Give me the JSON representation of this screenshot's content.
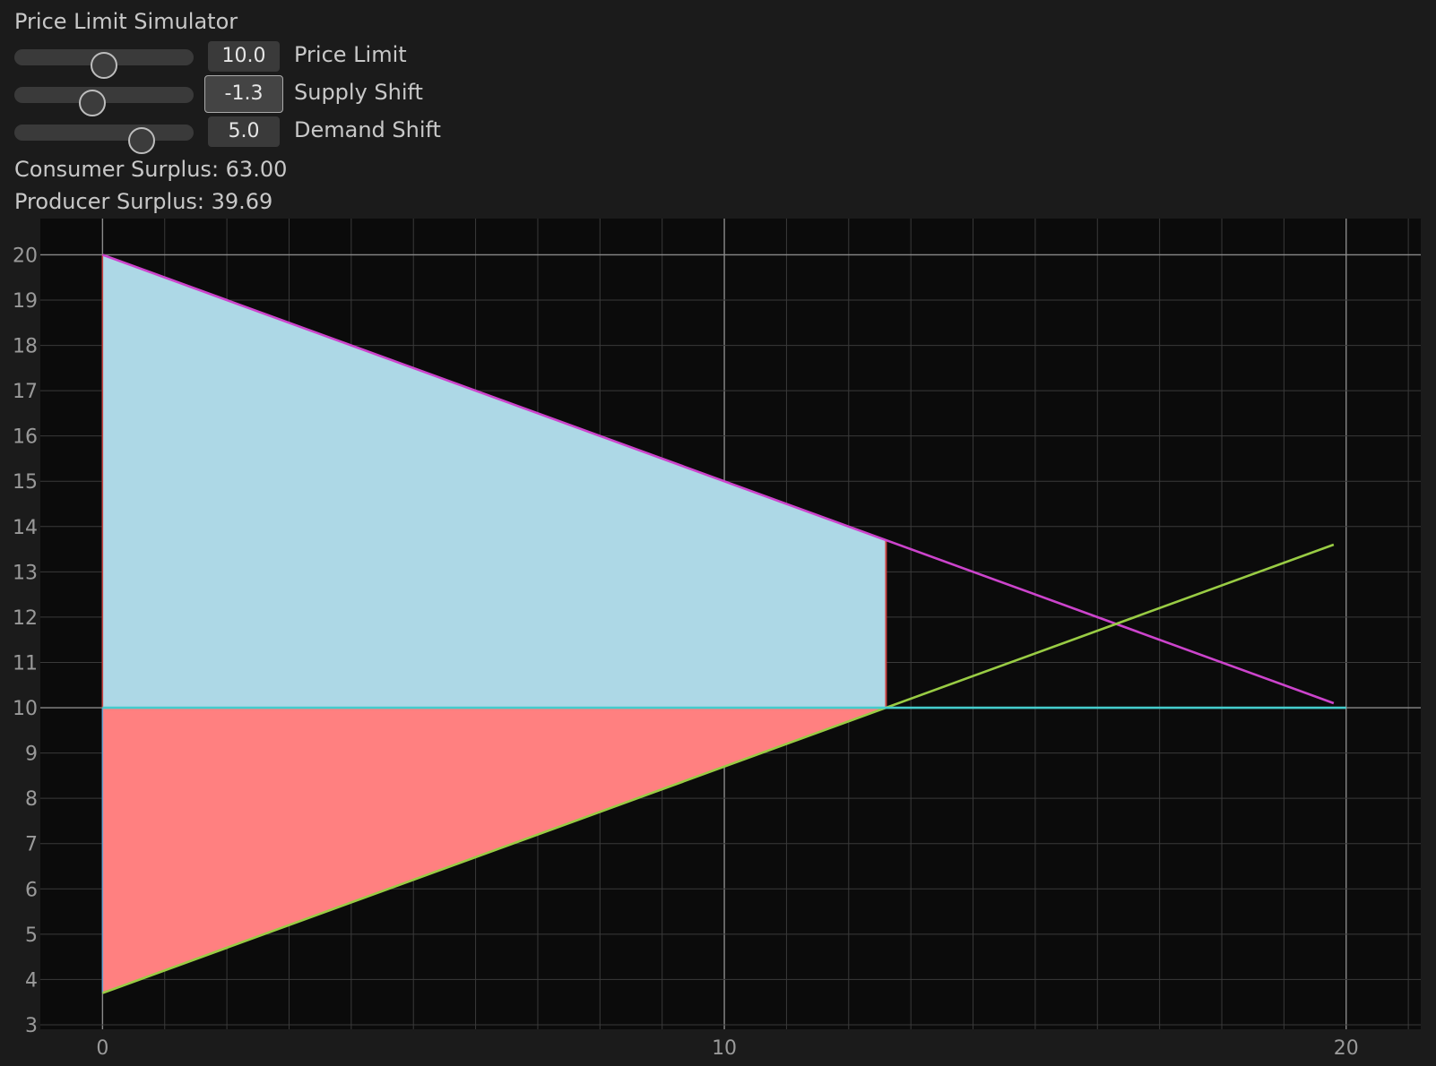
{
  "app": {
    "title": "Price Limit Simulator"
  },
  "controls": {
    "price_limit": {
      "label": "Price Limit",
      "value": "10.0",
      "fraction": 0.5
    },
    "supply_shift": {
      "label": "Supply Shift",
      "value": "-1.3",
      "fraction": 0.435
    },
    "demand_shift": {
      "label": "Demand Shift",
      "value": "5.0",
      "fraction": 0.71
    }
  },
  "stats": {
    "consumer_surplus": "Consumer Surplus: 63.00",
    "producer_surplus": "Producer Surplus: 39.69"
  },
  "colors": {
    "consumer_fill": "#add8e6",
    "producer_fill": "#ff8080",
    "demand_line": "#cc44cc",
    "supply_line": "#99cc44",
    "price_limit_line": "#44cccc",
    "boundary_line": "#cc4444",
    "plot_background": "#0b0b0b"
  },
  "chart_data": {
    "type": "line",
    "xlim": [
      -1,
      21.2
    ],
    "ylim": [
      2.9,
      20.8
    ],
    "x_ticks": [
      0,
      10,
      20
    ],
    "y_ticks": [
      3,
      4,
      5,
      6,
      7,
      8,
      9,
      10,
      11,
      12,
      13,
      14,
      15,
      16,
      17,
      18,
      19,
      20
    ],
    "grid": true,
    "series": [
      {
        "name": "",
        "role": "demand",
        "points": [
          [
            0,
            20
          ],
          [
            19.8,
            10.1
          ]
        ]
      },
      {
        "name": "",
        "role": "supply",
        "points": [
          [
            0,
            3.7
          ],
          [
            19.8,
            13.6
          ]
        ]
      },
      {
        "name": "",
        "role": "price_limit",
        "points": [
          [
            0,
            10
          ],
          [
            20,
            10
          ]
        ]
      }
    ],
    "areas": [
      {
        "role": "consumer_surplus",
        "points": [
          [
            0,
            20
          ],
          [
            12.6,
            13.7
          ],
          [
            12.6,
            10
          ],
          [
            0,
            10
          ]
        ]
      },
      {
        "role": "producer_surplus",
        "points": [
          [
            0,
            10
          ],
          [
            12.6,
            10
          ],
          [
            0,
            3.7
          ]
        ]
      }
    ]
  }
}
